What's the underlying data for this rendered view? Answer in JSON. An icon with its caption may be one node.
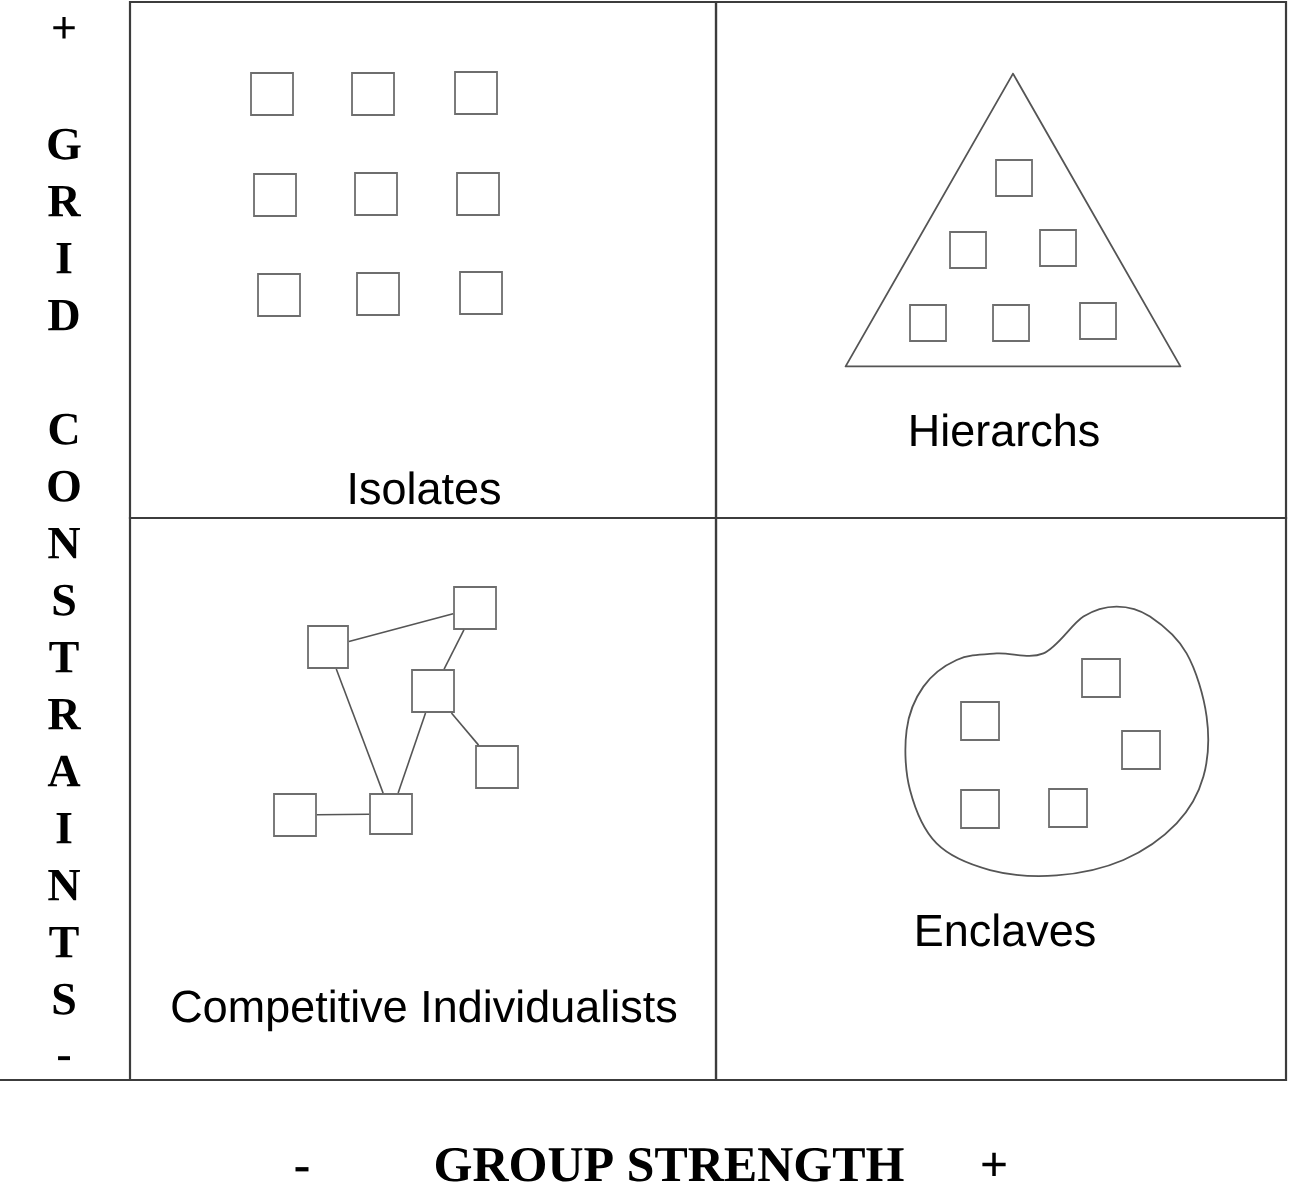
{
  "diagram": {
    "nodes": [
      {
        "text": [
          "Isolates"
        ]
      },
      {
        "text": [],
        "shape": "box",
        "in": 0
      },
      {
        "text": [],
        "shape": "box",
        "in": 0
      },
      {
        "text": [],
        "shape": "box",
        "in": 0
      },
      {
        "text": [],
        "shape": "box",
        "in": 0
      },
      {
        "text": [],
        "shape": "box",
        "in": 0
      },
      {
        "text": [],
        "shape": "box",
        "in": 0
      },
      {
        "text": [],
        "shape": "box",
        "in": 0
      },
      {
        "text": [],
        "shape": "box",
        "in": 0
      },
      {
        "text": [],
        "shape": "box",
        "in": 0
      },
      {
        "text": [
          "Hierarchs"
        ]
      },
      {
        "text": [],
        "shape": "triangle",
        "in": 10
      },
      {
        "text": [],
        "shape": "box",
        "in": 11
      },
      {
        "text": [],
        "shape": "box",
        "in": 11
      },
      {
        "text": [],
        "shape": "box",
        "in": 11
      },
      {
        "text": [],
        "shape": "box",
        "in": 11
      },
      {
        "text": [],
        "shape": "box",
        "in": 11
      },
      {
        "text": [],
        "shape": "box",
        "in": 11
      },
      {
        "text": [
          "Competitive Individualists"
        ]
      },
      {
        "text": [],
        "shape": "box",
        "in": 18
      },
      {
        "text": [],
        "shape": "box",
        "in": 18
      },
      {
        "text": [],
        "shape": "box",
        "in": 18
      },
      {
        "text": [],
        "shape": "box",
        "in": 18
      },
      {
        "text": [],
        "shape": "box",
        "in": 18
      },
      {
        "text": [],
        "shape": "box",
        "in": 18
      },
      {
        "text": [
          "Enclaves"
        ]
      },
      {
        "text": [],
        "shape": "blob",
        "in": 25
      },
      {
        "text": [],
        "shape": "box",
        "in": 26
      },
      {
        "text": [],
        "shape": "box",
        "in": 26
      },
      {
        "text": [],
        "shape": "box",
        "in": 26
      },
      {
        "text": [],
        "shape": "box",
        "in": 26
      },
      {
        "text": [],
        "shape": "box",
        "in": 26
      }
    ],
    "edges": [
      {
        "from": 20,
        "to": 19,
        "arrow": "none"
      },
      {
        "from": 19,
        "to": 21,
        "arrow": "none"
      },
      {
        "from": 20,
        "to": 24,
        "arrow": "none"
      },
      {
        "from": 21,
        "to": 24,
        "arrow": "none"
      },
      {
        "from": 21,
        "to": 22,
        "arrow": "none"
      },
      {
        "from": 23,
        "to": 24,
        "arrow": "none"
      }
    ],
    "labels": [
      "+",
      "GRID CONSTRAINTS",
      "-",
      "-",
      "GROUP STRENGTH",
      "+"
    ]
  }
}
